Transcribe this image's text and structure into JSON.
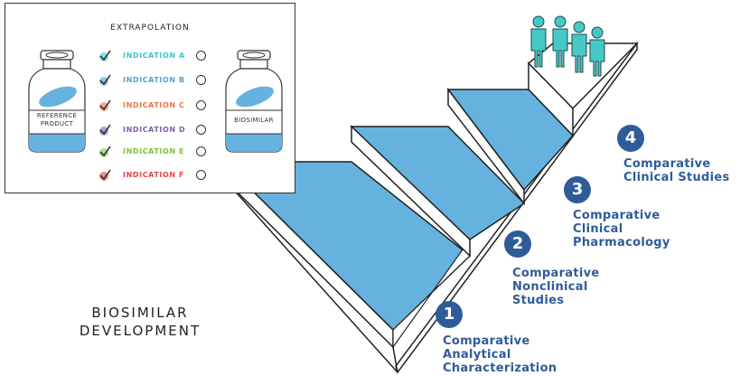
{
  "inset": {
    "title": "EXTRAPOLATION",
    "reference_label": [
      "REFERENCE",
      "PRODUCT"
    ],
    "biosimilar_label": "BIOSIMILAR",
    "indications": [
      {
        "label": "INDICATION A",
        "color": "#3cc4c8"
      },
      {
        "label": "INDICATION B",
        "color": "#4e9fd6"
      },
      {
        "label": "INDICATION C",
        "color": "#e8734a"
      },
      {
        "label": "INDICATION D",
        "color": "#7b5ea8"
      },
      {
        "label": "INDICATION E",
        "color": "#7cbf3d"
      },
      {
        "label": "INDICATION F",
        "color": "#e04545"
      }
    ]
  },
  "title": [
    "BIOSIMILAR",
    "DEVELOPMENT"
  ],
  "steps": [
    {
      "number": "1",
      "lines": [
        "Comparative",
        "Analytical",
        "Characterization"
      ]
    },
    {
      "number": "2",
      "lines": [
        "Comparative",
        "Nonclinical",
        "Studies"
      ]
    },
    {
      "number": "3",
      "lines": [
        "Comparative",
        "Clinical",
        "Pharmacology"
      ]
    },
    {
      "number": "4",
      "lines": [
        "Comparative",
        "Clinical Studies"
      ]
    }
  ],
  "colors": {
    "step_fill": "#66b2df",
    "step_number": "#2f5c99",
    "people": "#45c9c6",
    "outline": "#222222"
  }
}
